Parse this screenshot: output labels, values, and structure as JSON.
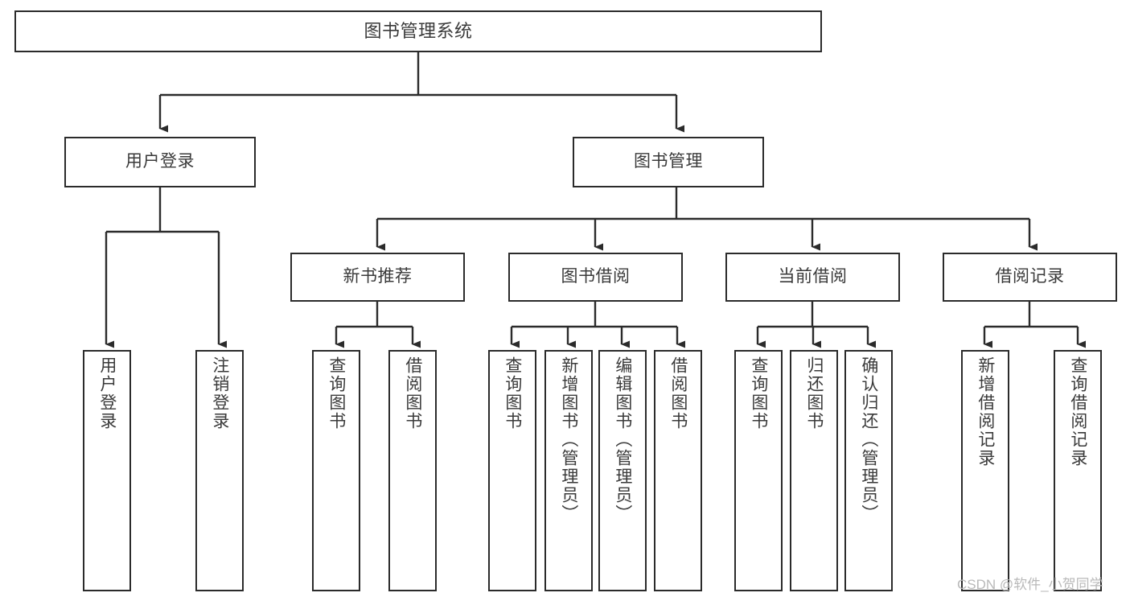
{
  "diagram": {
    "title": "图书管理系统",
    "watermark": "CSDN @软件_小贺同学",
    "colors": {
      "border": "#2b2b2b",
      "text": "#3a3a3a",
      "background": "#ffffff",
      "watermark": "#b9b9b9"
    },
    "nodes": {
      "root": {
        "label": "图书管理系统"
      },
      "level2": [
        {
          "label": "用户登录"
        },
        {
          "label": "图书管理"
        }
      ],
      "level3": [
        {
          "label": "新书推荐"
        },
        {
          "label": "图书借阅"
        },
        {
          "label": "当前借阅"
        },
        {
          "label": "借阅记录"
        }
      ],
      "leaves": {
        "user_login": [
          {
            "label": "用户登录"
          },
          {
            "label": "注销登录"
          }
        ],
        "new_book_recommend": [
          {
            "label": "查询图书"
          },
          {
            "label": "借阅图书"
          }
        ],
        "book_borrow": [
          {
            "label": "查询图书"
          },
          {
            "label": "新增图书（管理员）"
          },
          {
            "label": "编辑图书（管理员）"
          },
          {
            "label": "借阅图书"
          }
        ],
        "current_borrow": [
          {
            "label": "查询图书"
          },
          {
            "label": "归还图书"
          },
          {
            "label": "确认归还（管理员）"
          }
        ],
        "borrow_record": [
          {
            "label": "新增借阅记录"
          },
          {
            "label": "查询借阅记录"
          }
        ]
      }
    }
  }
}
